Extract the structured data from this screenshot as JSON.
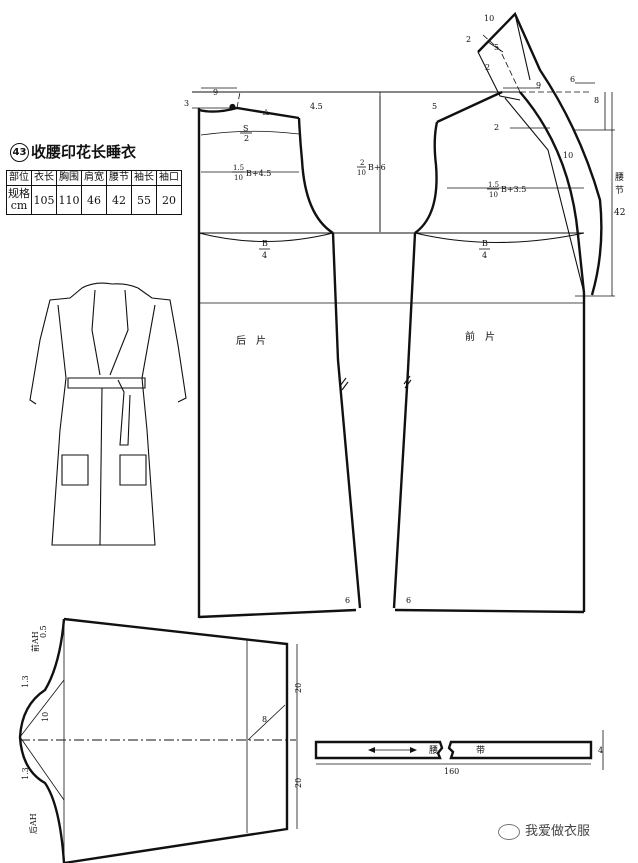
{
  "title": {
    "number": "43",
    "text": "收腰印花长睡衣"
  },
  "spec_table": {
    "headers": [
      "部位",
      "衣长",
      "胸围",
      "肩宽",
      "腰节",
      "袖长",
      "袖口"
    ],
    "row_label_line1": "规格",
    "row_label_line2": "cm",
    "values": [
      "105",
      "110",
      "46",
      "42",
      "55",
      "20"
    ]
  },
  "labels": {
    "back_piece": "后　片",
    "front_piece": "前　片",
    "waist_length_line1": "腰",
    "waist_length_line2": "节",
    "waist_length_value": "42",
    "back_ah": "后AH",
    "front_ah": "前AH",
    "belt_left": "腰",
    "belt_right": "带"
  },
  "dimensions": {
    "back_shoulder_width": "9",
    "front_shoulder_width": "9",
    "back_neck_rise": "3",
    "back_shoulder_drop": "4.5",
    "front_shoulder_drop": "5",
    "s_over_2_num": "S",
    "s_over_2_den": "2",
    "back_chest_width": "B+4.5",
    "back_chest_frac_num": "1.5",
    "back_chest_frac_den": "10",
    "armhole_depth": "B+6",
    "armhole_frac_num": "2",
    "armhole_frac_den": "10",
    "front_chest_width": "B+3.5",
    "front_chest_frac_num": "1.5",
    "front_chest_frac_den": "10",
    "back_hem_b4_num": "B",
    "back_hem_b4_den": "4",
    "front_hem_b4_num": "B",
    "front_hem_b4_den": "4",
    "back_hem_flare": "6",
    "front_hem_flare": "6",
    "collar_10": "10",
    "collar_2a": "2",
    "collar_5": "5",
    "collar_2b": "2",
    "collar_8": "8",
    "neck_6": "6",
    "lapel_10": "10",
    "collar_2c": "2",
    "sleeve_cap_0_5": "0.5",
    "sleeve_1_3_top": "1.3",
    "sleeve_1_3_bottom": "1.3",
    "sleeve_cap_10": "10",
    "sleeve_cuff_20_top": "20",
    "sleeve_cuff_20_bottom": "20",
    "sleeve_8": "8",
    "belt_length": "160",
    "belt_width": "4"
  },
  "watermark": "我爱做衣服"
}
